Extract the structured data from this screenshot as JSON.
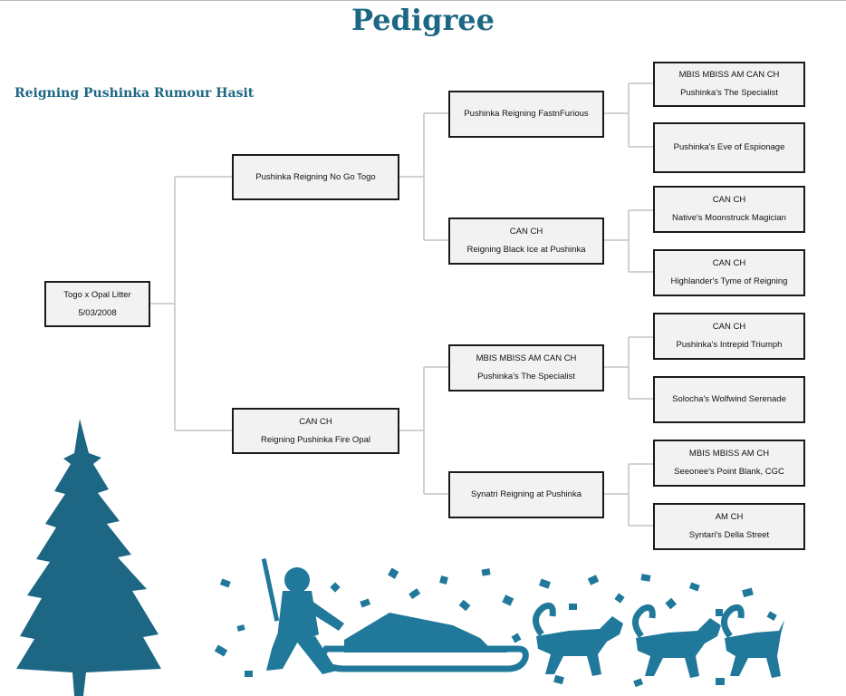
{
  "page": {
    "title": "Pedigree",
    "subject": "Reigning Pushinka Rumour Hasit"
  },
  "nodes": {
    "root": {
      "line1": "Togo x Opal Litter",
      "line2": "5/03/2008"
    },
    "sire": {
      "line1": "Pushinka Reigning No Go Togo",
      "line2": ""
    },
    "dam": {
      "line1": "CAN CH",
      "line2": "Reigning Pushinka Fire Opal"
    },
    "ss": {
      "line1": "Pushinka Reigning FastnFurious",
      "line2": ""
    },
    "sd": {
      "line1": "CAN CH",
      "line2": "Reigning Black Ice at Pushinka"
    },
    "ds": {
      "line1": "MBIS MBISS AM CAN CH",
      "line2": "Pushinka's The Specialist"
    },
    "dd": {
      "line1": "Synatri Reigning at Pushinka",
      "line2": ""
    },
    "sss": {
      "line1": "MBIS MBISS AM CAN CH",
      "line2": "Pushinka's The Specialist"
    },
    "ssd": {
      "line1": "Pushinka's Eve of Espionage",
      "line2": ""
    },
    "sds": {
      "line1": "CAN CH",
      "line2": "Native's Moonstruck Magician"
    },
    "sdd": {
      "line1": "CAN CH",
      "line2": "Highlander's Tyme of Reigning"
    },
    "dss": {
      "line1": "CAN CH",
      "line2": "Pushinka's Intrepid Triumph"
    },
    "dsd": {
      "line1": "Solocha's Wolfwind Serenade",
      "line2": ""
    },
    "dds": {
      "line1": "MBIS MBISS AM CH",
      "line2": "Seeonee's Point Blank, CGC"
    },
    "ddd": {
      "line1": "AM CH",
      "line2": "Syntari's Della Street"
    }
  },
  "colors": {
    "accent": "#1d6784",
    "art": "#20789a",
    "line": "#c4c4c4",
    "box_fill": "#f2f2f2"
  },
  "decorations": {
    "left": "pine-tree-icon",
    "bottom": "dog-sled-team-icon"
  }
}
